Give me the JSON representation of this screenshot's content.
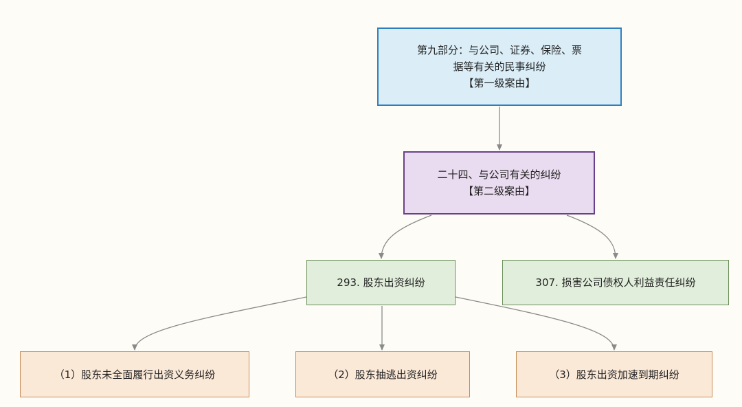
{
  "level1": {
    "line1": "第九部分：与公司、证券、保险、票",
    "line2": "据等有关的民事纠纷",
    "line3": "【第一级案由】"
  },
  "level2": {
    "line1": "二十四、与公司有关的纠纷",
    "line2": "【第二级案由】"
  },
  "level3": [
    {
      "label": "293. 股东出资纠纷"
    },
    {
      "label": "307. 损害公司债权人利益责任纠纷"
    }
  ],
  "level4": [
    {
      "label": "（1）股东未全面履行出资义务纠纷"
    },
    {
      "label": "（2）股东抽逃出资纠纷"
    },
    {
      "label": "（3）股东出资加速到期纠纷"
    }
  ],
  "colors": {
    "edge": "#8a8a8a",
    "level1_fill": "#dbeef8",
    "level1_border": "#2f7fbf",
    "level2_fill": "#eadcf0",
    "level2_border": "#6b3f8a",
    "level3_fill": "#e2eedc",
    "level3_border": "#6a8e5a",
    "level4_fill": "#fbe9d8",
    "level4_border": "#c68a55"
  }
}
